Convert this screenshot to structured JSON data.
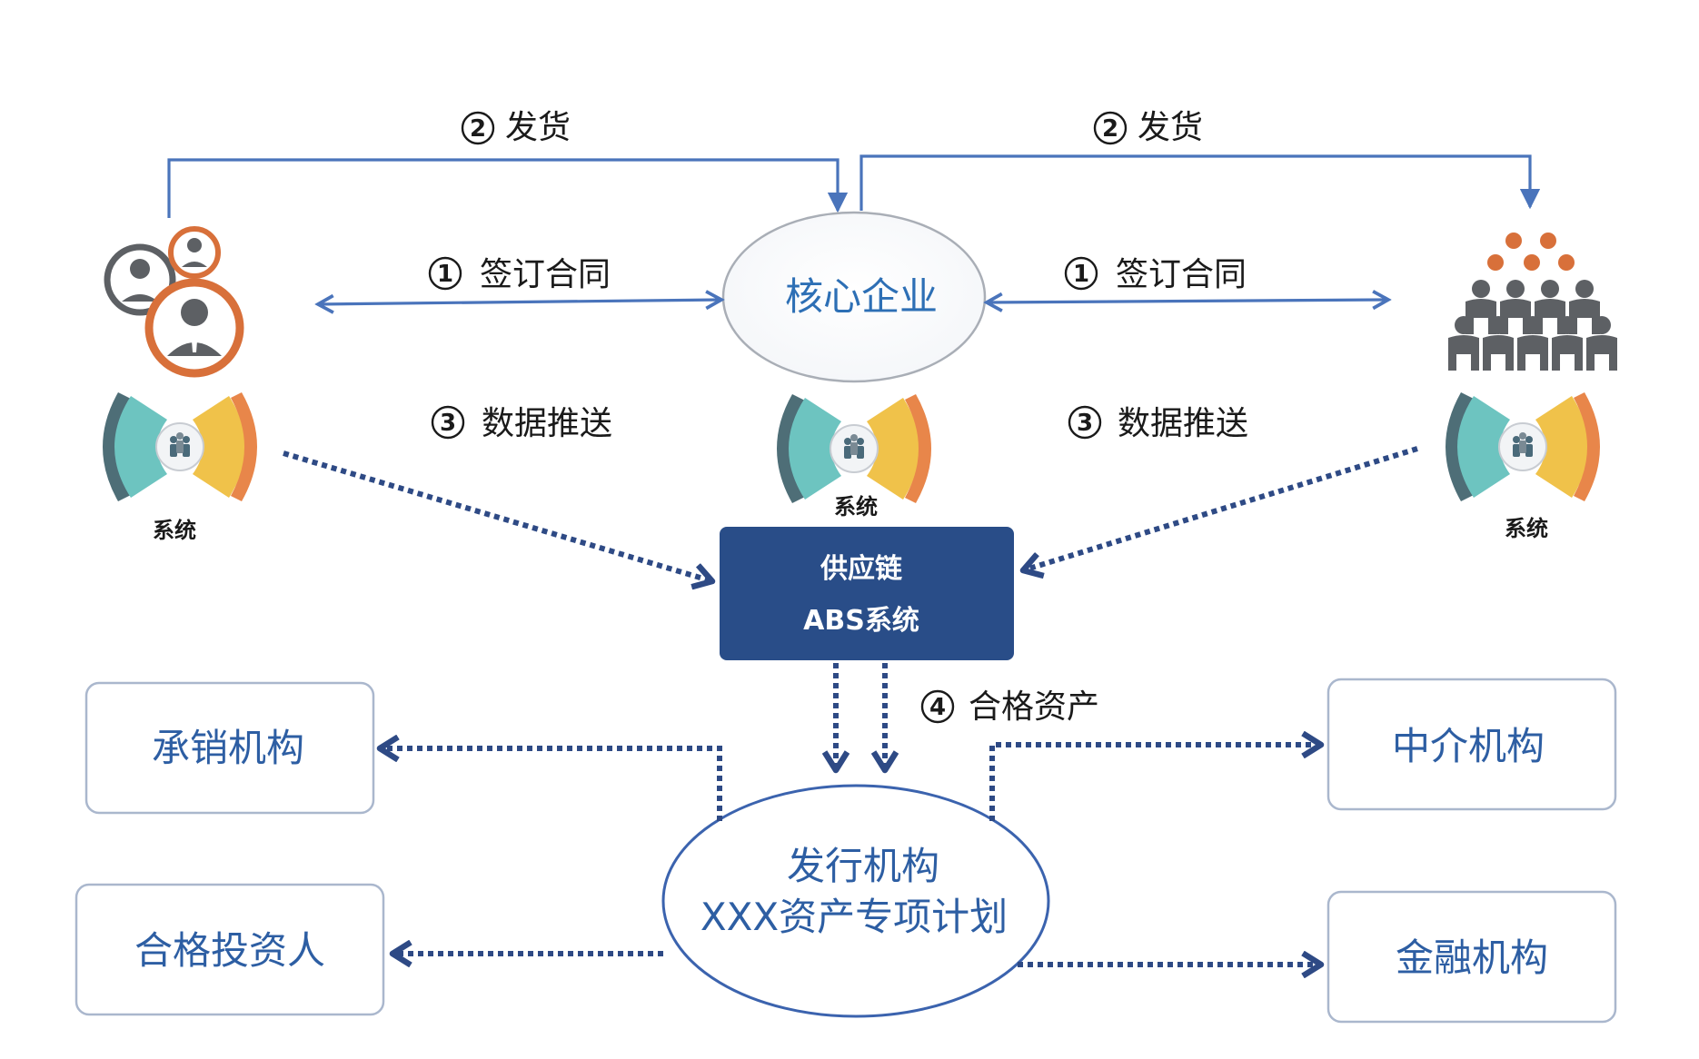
{
  "colors": {
    "line_blue": "#4a74bb",
    "dark_blue": "#2e4a85",
    "abs_box": "#294d88",
    "box_border": "#aab7cd",
    "label_blue": "#2d5ea3",
    "person_gray": "#5d6064",
    "person_orange": "#d8703a"
  },
  "core": {
    "label": "核心企业"
  },
  "flows": {
    "ship_left": {
      "num": "2",
      "label": "发货"
    },
    "ship_right": {
      "num": "2",
      "label": "发货"
    },
    "contract_left": {
      "num": "1",
      "label": "签订合同"
    },
    "contract_right": {
      "num": "1",
      "label": "签订合同"
    },
    "push_left": {
      "num": "3",
      "label": "数据推送"
    },
    "push_right": {
      "num": "3",
      "label": "数据推送"
    },
    "qualified": {
      "num": "4",
      "label": "合格资产"
    }
  },
  "systems": {
    "left": {
      "label": "系统",
      "icon": "system-fan-icon"
    },
    "center": {
      "label": "系统",
      "icon": "system-fan-icon"
    },
    "right": {
      "label": "系统",
      "icon": "system-fan-icon"
    }
  },
  "actors": {
    "left": {
      "icon": "business-people-group-icon"
    },
    "right": {
      "icon": "crowd-group-icon"
    }
  },
  "abs": {
    "line1": "供应链",
    "line2": "ABS系统"
  },
  "issuer": {
    "line1": "发行机构",
    "line2": "XXX资产专项计划"
  },
  "boxes": {
    "underwriter": "承销机构",
    "intermediary": "中介机构",
    "investor": "合格投资人",
    "financial": "金融机构"
  }
}
